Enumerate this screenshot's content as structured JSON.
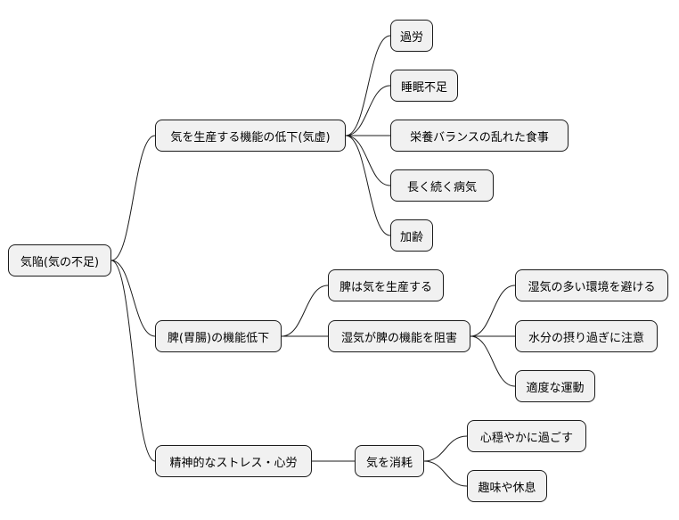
{
  "mindmap": {
    "root": "気陥(気の不足)",
    "branch_qi": {
      "label": "気を生産する機能の低下(気虚)",
      "causes": [
        "過労",
        "睡眠不足",
        "栄養バランスの乱れた食事",
        "長く続く病気",
        "加齢"
      ]
    },
    "branch_spleen": {
      "label": "脾(胃腸)の機能低下",
      "role": "脾は気を生産する",
      "dampness": "湿気が脾の機能を阻害",
      "advice": [
        "湿気の多い環境を避ける",
        "水分の摂り過ぎに注意",
        "適度な運動"
      ]
    },
    "branch_mental": {
      "label": "精神的なストレス・心労",
      "consume": "気を消耗",
      "advice": [
        "心穏やかに過ごす",
        "趣味や休息"
      ]
    }
  }
}
